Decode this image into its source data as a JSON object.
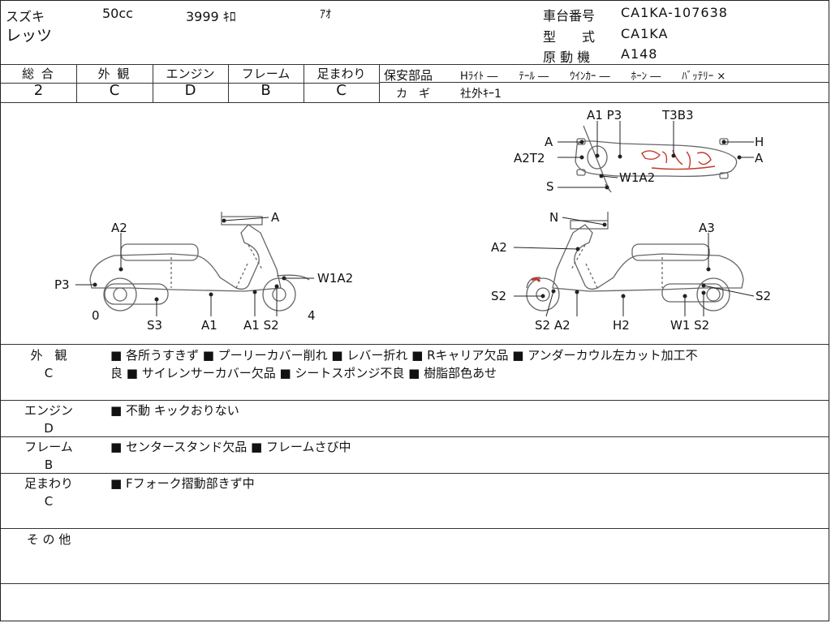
{
  "header": {
    "maker": "スズキ",
    "cc": "50cc",
    "mileage": "3999 ｷﾛ",
    "color": "ｱｵ",
    "model_name": "レッツ",
    "frame_no_label": "車台番号",
    "frame_no": "CA1KA-107638",
    "type_label": "型　　式",
    "type_value": "CA1KA",
    "engine_label": "原 動 機",
    "engine_value": "A148"
  },
  "grades": [
    {
      "label": "総 合",
      "value": "2"
    },
    {
      "label": "外 観",
      "value": "C"
    },
    {
      "label": "エンジン",
      "value": "D"
    },
    {
      "label": "フレーム",
      "value": "B"
    },
    {
      "label": "足まわり",
      "value": "C"
    }
  ],
  "safety": {
    "label": "保安部品",
    "items_text": "Hﾗｲﾄ ―　　ﾃｰﾙ ―　　ｳｲﾝｶｰ ―　　ﾎｰﾝ ―　　ﾊﾞｯﾃﾘｰ ×",
    "key_label": "カ　ギ",
    "key_value": "社外ｷｰ1"
  },
  "diagram": {
    "top": [
      "A1 P3",
      "T3B3",
      "A",
      "H",
      "A2T2",
      "A",
      "W1A2",
      "S"
    ],
    "left": [
      "A",
      "A2",
      "P3",
      "W1A2",
      "0",
      "S3",
      "A1",
      "A1 S2",
      "4"
    ],
    "right": [
      "N",
      "A2",
      "A3",
      "S2",
      "S2",
      "S2 A2",
      "H2",
      "W1 S2"
    ]
  },
  "notes": [
    {
      "cat": "外　観",
      "grade": "C",
      "text1": "■ 各所うすきず ■ プーリーカバー削れ ■ レバー折れ ■ Rキャリア欠品 ■ アンダーカウル左カット加工不",
      "text2": "良 ■ サイレンサーカバー欠品 ■ シートスポンジ不良 ■ 樹脂部色あせ"
    },
    {
      "cat": "エンジン",
      "grade": "D",
      "text1": "■ 不動 キックおりない",
      "text2": ""
    },
    {
      "cat": "フレーム",
      "grade": "B",
      "text1": "■ センタースタンド欠品 ■ フレームさび中",
      "text2": ""
    },
    {
      "cat": "足まわり",
      "grade": "C",
      "text1": "■ Fフォーク摺動部きず中",
      "text2": ""
    },
    {
      "cat": "そ の 他",
      "grade": "",
      "text1": "",
      "text2": ""
    }
  ]
}
